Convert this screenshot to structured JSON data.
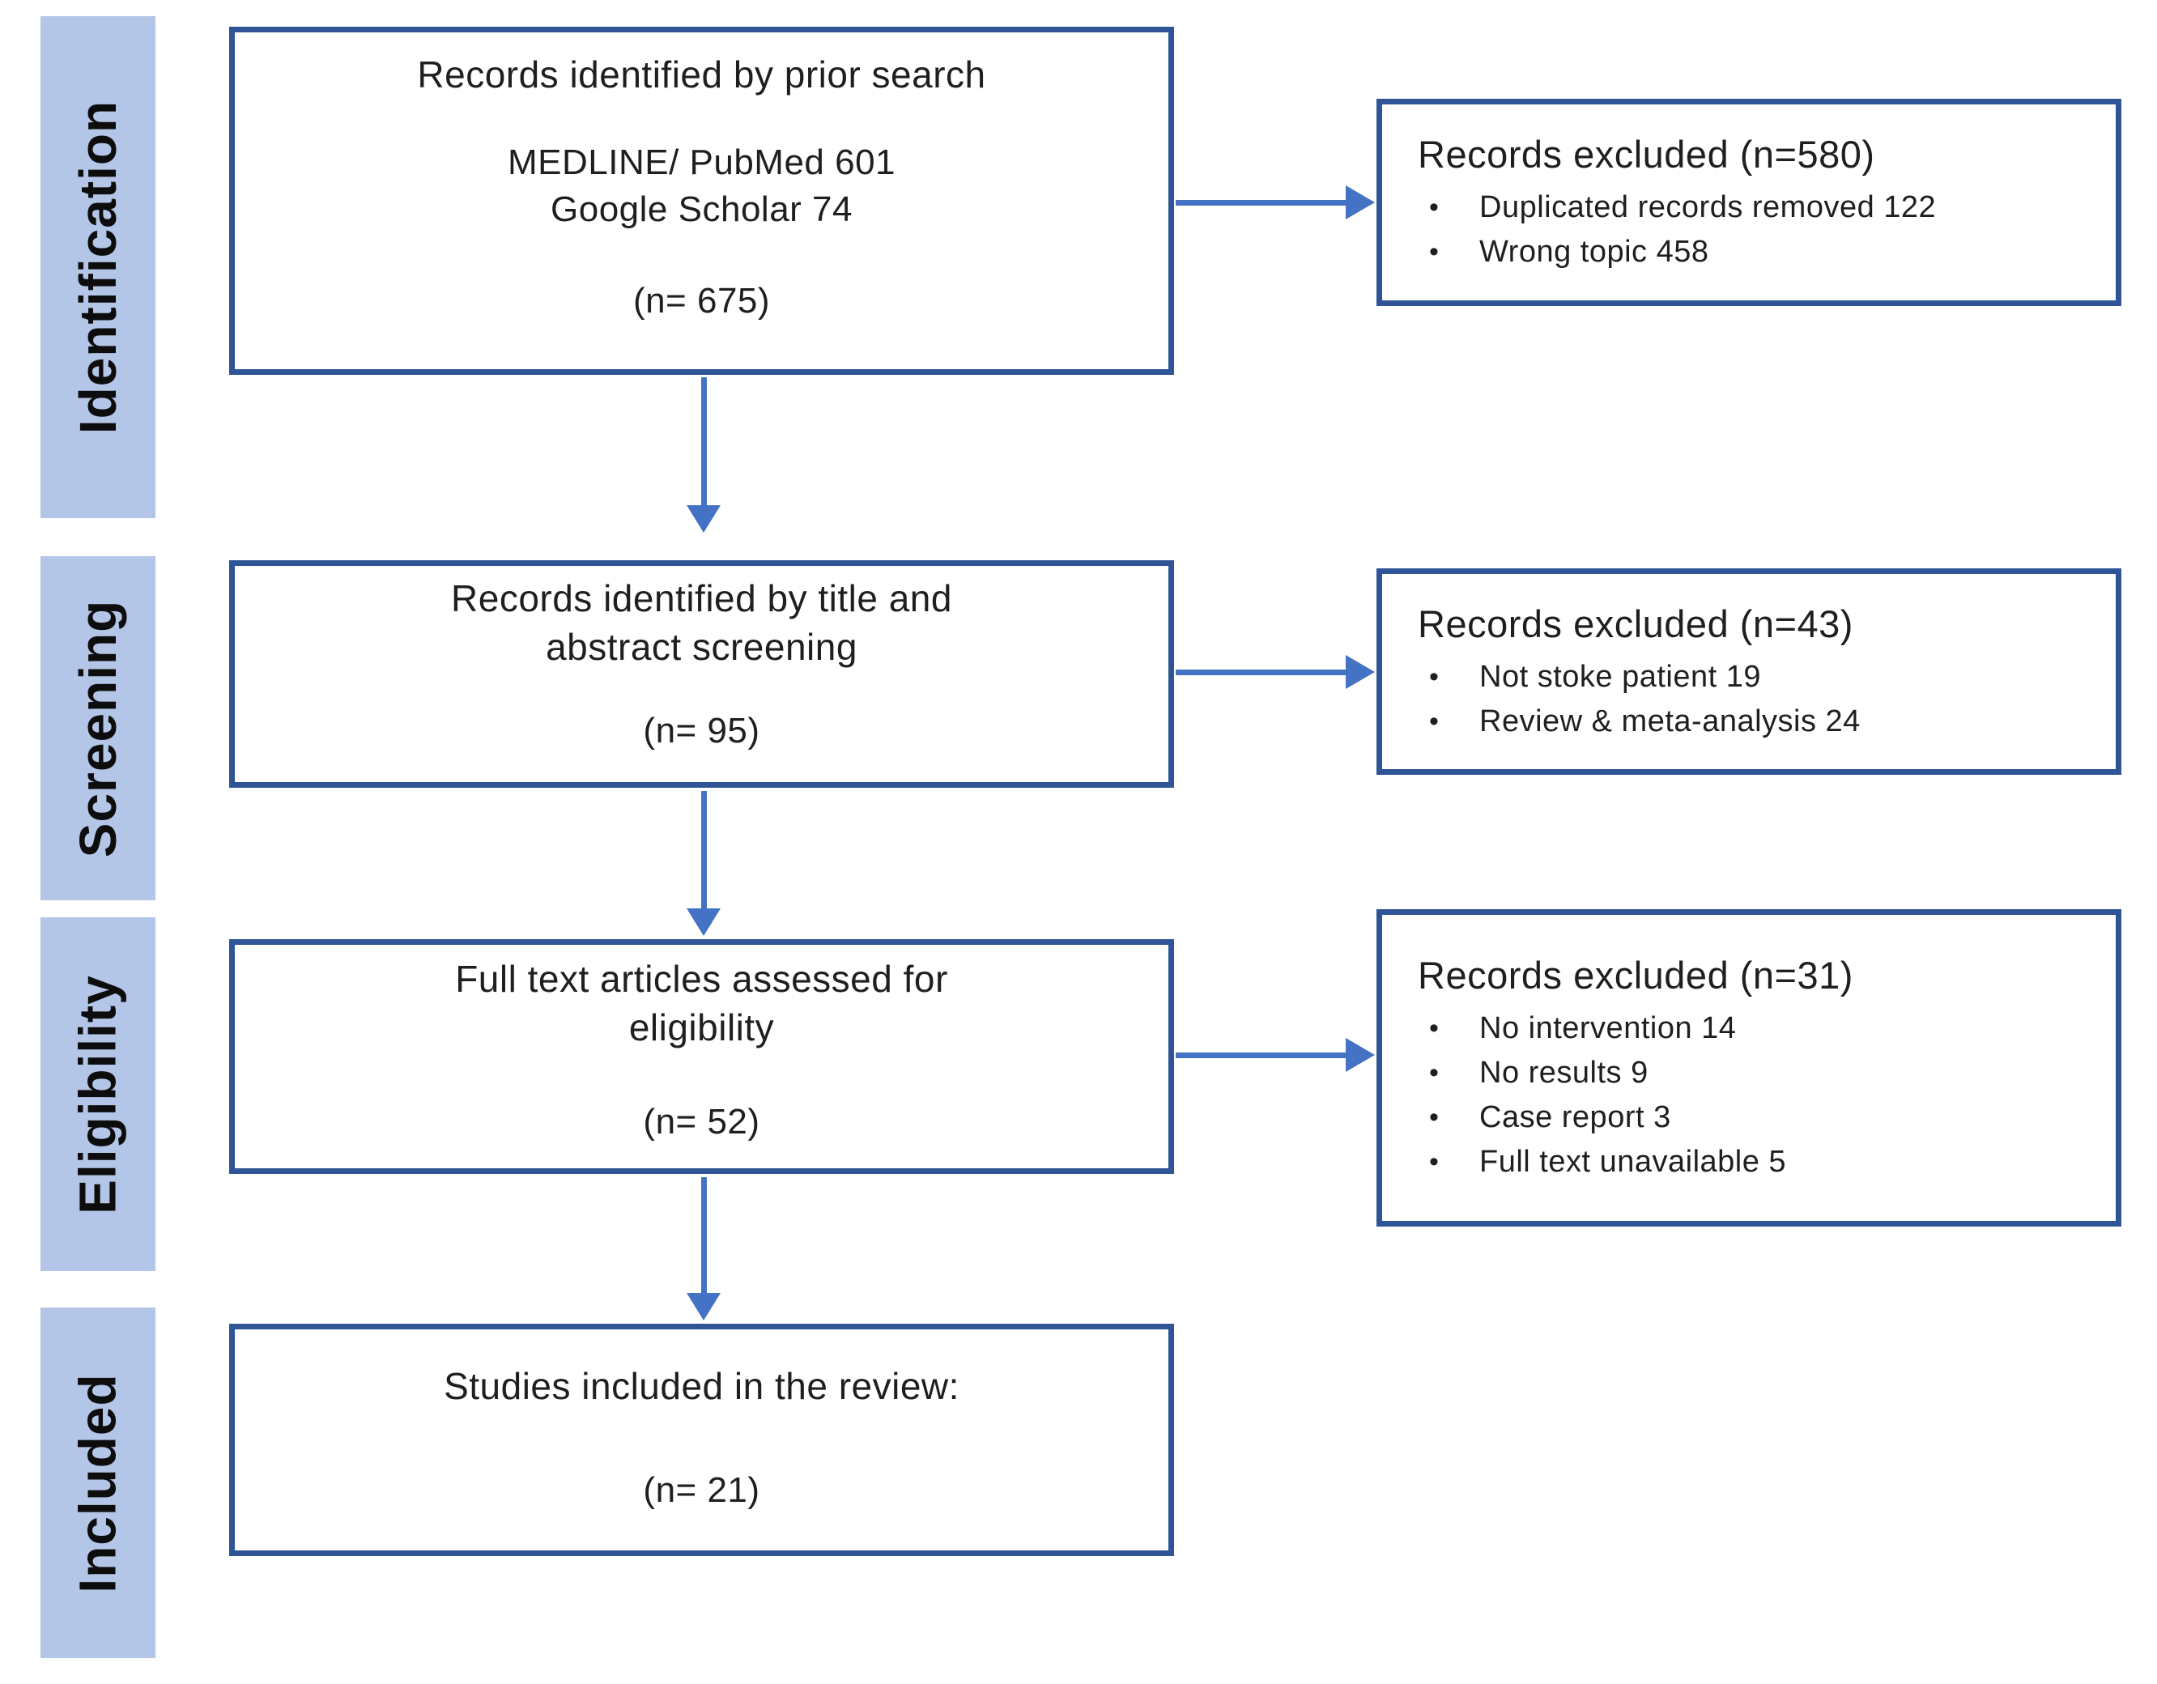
{
  "diagram_type": "prisma-flow-diagram",
  "bullet_glyph": "•",
  "colors": {
    "sidebar_fill": "#b4c6e7",
    "box_border": "#2f5597",
    "arrow_color": "#4472c4",
    "text_color": "#1f1f1f",
    "sidebar_text": "#0d0d0d"
  },
  "stages": [
    {
      "label": "Identification"
    },
    {
      "label": "Screening"
    },
    {
      "label": "Eligibility"
    },
    {
      "label": "Included"
    }
  ],
  "flow_boxes": [
    {
      "title_lines": [
        "Records identified by prior search"
      ],
      "source_lines": [
        "MEDLINE/ PubMed 601",
        "Google Scholar 74"
      ],
      "count": "(n= 675)"
    },
    {
      "title_lines": [
        "Records identified by title and",
        "abstract screening"
      ],
      "count": "(n= 95)"
    },
    {
      "title_lines": [
        "Full text articles assessed for",
        "eligibility"
      ],
      "count": "(n= 52)"
    },
    {
      "title_lines": [
        "Studies included in the review:"
      ],
      "count": "(n= 21)"
    }
  ],
  "exclusion_boxes": [
    {
      "heading": "Records excluded (n=580)",
      "items": [
        "Duplicated records removed 122",
        "Wrong topic 458"
      ]
    },
    {
      "heading": "Records excluded (n=43)",
      "items": [
        "Not stoke patient 19",
        "Review & meta-analysis 24"
      ]
    },
    {
      "heading": "Records excluded (n=31)",
      "items": [
        "No intervention 14",
        "No results 9",
        "Case report 3",
        "Full text unavailable 5"
      ]
    }
  ]
}
